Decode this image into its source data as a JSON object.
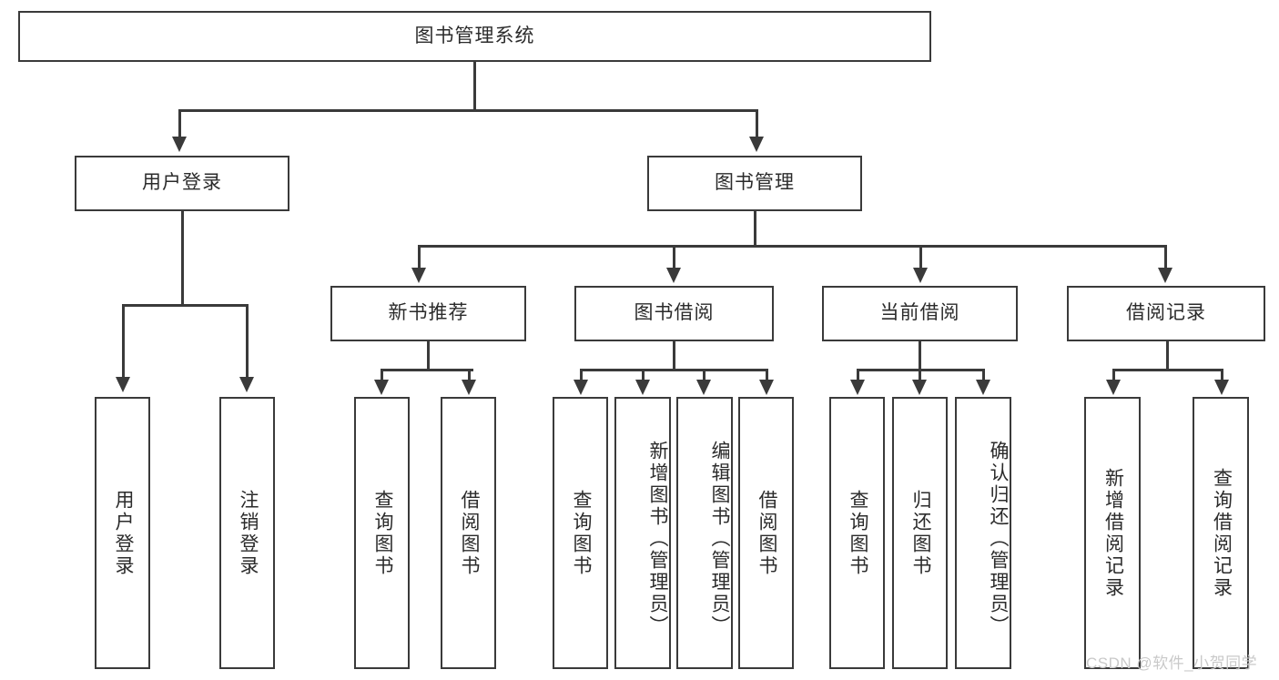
{
  "diagram": {
    "title_node": {
      "label": "图书管理系统"
    },
    "level2": [
      {
        "id": "user-login",
        "label": "用户登录"
      },
      {
        "id": "book-management",
        "label": "图书管理"
      }
    ],
    "level3": [
      {
        "id": "new-book-recommend",
        "label": "新书推荐"
      },
      {
        "id": "book-borrow",
        "label": "图书借阅"
      },
      {
        "id": "current-borrow",
        "label": "当前借阅"
      },
      {
        "id": "borrow-record",
        "label": "借阅记录"
      }
    ],
    "leaves": {
      "user_login": [
        {
          "id": "leaf-user-login",
          "label": "用户登录"
        },
        {
          "id": "leaf-logout-login",
          "label": "注销登录"
        }
      ],
      "new_book_recommend": [
        {
          "id": "leaf-query-book-1",
          "label": "查询图书"
        },
        {
          "id": "leaf-borrow-book-1",
          "label": "借阅图书"
        }
      ],
      "book_borrow": [
        {
          "id": "leaf-query-book-2",
          "label": "查询图书"
        },
        {
          "id": "leaf-add-book",
          "label": "新增图书（管理员）"
        },
        {
          "id": "leaf-edit-book",
          "label": "编辑图书（管理员）"
        },
        {
          "id": "leaf-borrow-book-2",
          "label": "借阅图书"
        }
      ],
      "current_borrow": [
        {
          "id": "leaf-query-book-3",
          "label": "查询图书"
        },
        {
          "id": "leaf-return-book",
          "label": "归还图书"
        },
        {
          "id": "leaf-confirm-return",
          "label": "确认归还（管理员）"
        }
      ],
      "borrow_record": [
        {
          "id": "leaf-add-record",
          "label": "新增借阅记录"
        },
        {
          "id": "leaf-query-record",
          "label": "查询借阅记录"
        }
      ]
    }
  },
  "watermark": {
    "text": "CSDN @软件_小贺同学"
  },
  "colors": {
    "stroke": "#3a3a3a",
    "text": "#2b2b2b",
    "background": "#ffffff",
    "watermark": "#c9c9c9"
  }
}
